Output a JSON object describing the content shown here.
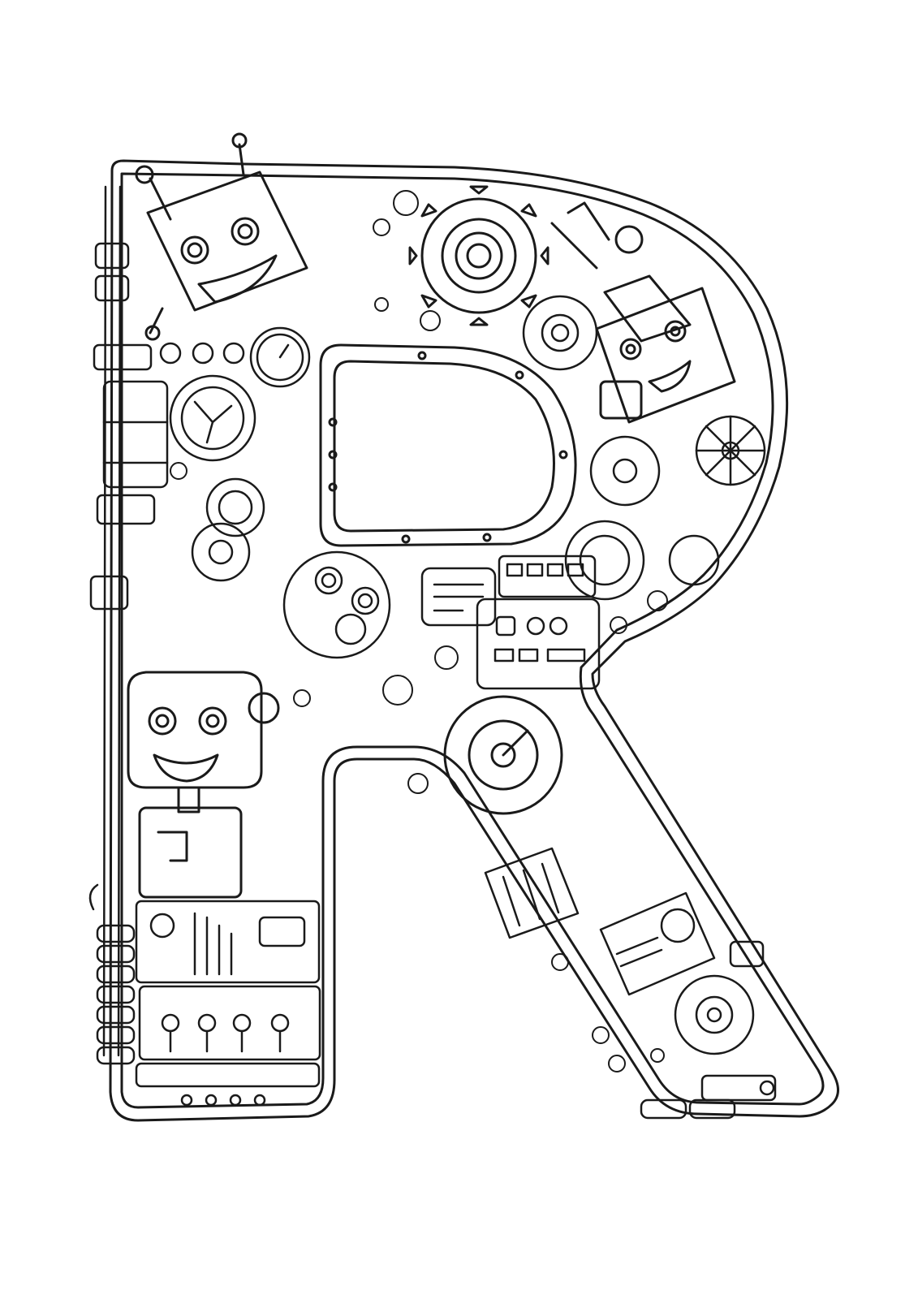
{
  "page": {
    "background": "#ffffff",
    "line_color": "#1a1a1a"
  },
  "artwork": {
    "subject": "letter-R",
    "letter": "R",
    "style": "black-and-white line art",
    "elements": [
      "robot-head-icon",
      "gear-icon",
      "screen-icon",
      "control-panel-icon",
      "pipe-icon",
      "dial-gauge-icon",
      "bolt-icon"
    ]
  }
}
